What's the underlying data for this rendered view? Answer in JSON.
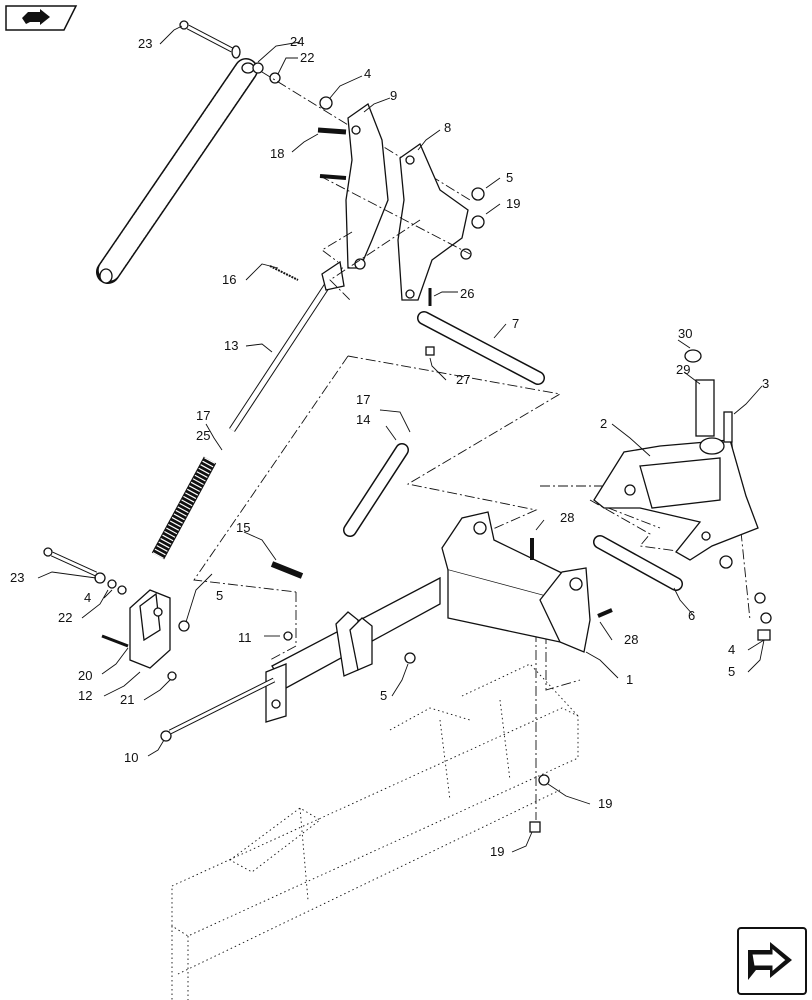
{
  "callouts": {
    "c1": "1",
    "c2": "2",
    "c3": "3",
    "c4a": "4",
    "c4b": "4",
    "c4c": "4",
    "c5a": "5",
    "c5b": "5",
    "c5c": "5",
    "c5d": "5",
    "c6": "6",
    "c7": "7",
    "c8": "8",
    "c9": "9",
    "c10": "10",
    "c11": "11",
    "c12": "12",
    "c13": "13",
    "c14": "14",
    "c15": "15",
    "c16": "16",
    "c17a": "17",
    "c17b": "17",
    "c18": "18",
    "c19a": "19",
    "c19b": "19",
    "c19c": "19",
    "c20": "20",
    "c21": "21",
    "c22a": "22",
    "c22b": "22",
    "c23a": "23",
    "c23b": "23",
    "c24": "24",
    "c25": "25",
    "c26": "26",
    "c27": "27",
    "c28a": "28",
    "c28b": "28",
    "c29": "29",
    "c30": "30"
  },
  "icons": {
    "top_nav": "book-arrow-icon",
    "bottom_nav": "next-page-arrow-icon"
  }
}
